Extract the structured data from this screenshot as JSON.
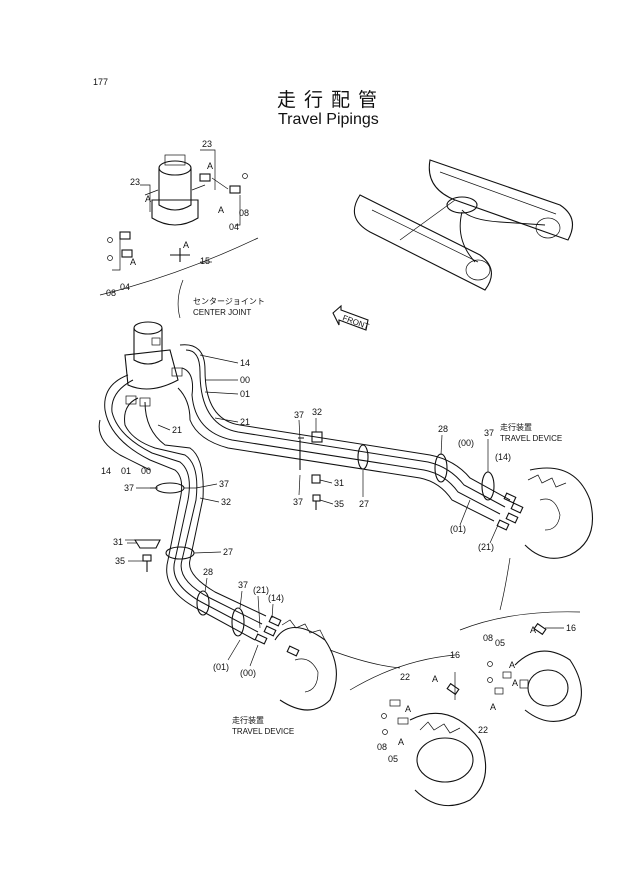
{
  "page_number": "177",
  "title_jp": "走行配管",
  "title_en": "Travel Pipings",
  "center_joint_jp": "センタージョイント",
  "center_joint_en": "CENTER JOINT",
  "front_label": "FRONT",
  "travel_device_jp": "走行装置",
  "travel_device_en": "TRAVEL DEVICE",
  "detail_mark": "A",
  "parts": {
    "p00": "00",
    "p01": "01",
    "p04": "04",
    "p05": "05",
    "p08": "08",
    "p14": "14",
    "p15": "15",
    "p16": "16",
    "p21": "21",
    "p22": "22",
    "p23": "23",
    "p27": "27",
    "p28": "28",
    "p31": "31",
    "p32": "32",
    "p35": "35",
    "p37": "37",
    "p00b": "(00)",
    "p01b": "(01)",
    "p14b": "(14)",
    "p21b": "(21)"
  }
}
